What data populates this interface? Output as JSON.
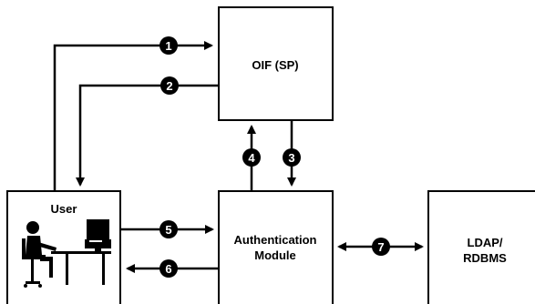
{
  "nodes": {
    "oif": {
      "label": "OIF (SP)"
    },
    "user": {
      "label": "User"
    },
    "auth": {
      "label_line1": "Authentication",
      "label_line2": "Module"
    },
    "ldap": {
      "label_line1": "LDAP/",
      "label_line2": "RDBMS"
    }
  },
  "steps": [
    "1",
    "2",
    "3",
    "4",
    "5",
    "6",
    "7"
  ]
}
